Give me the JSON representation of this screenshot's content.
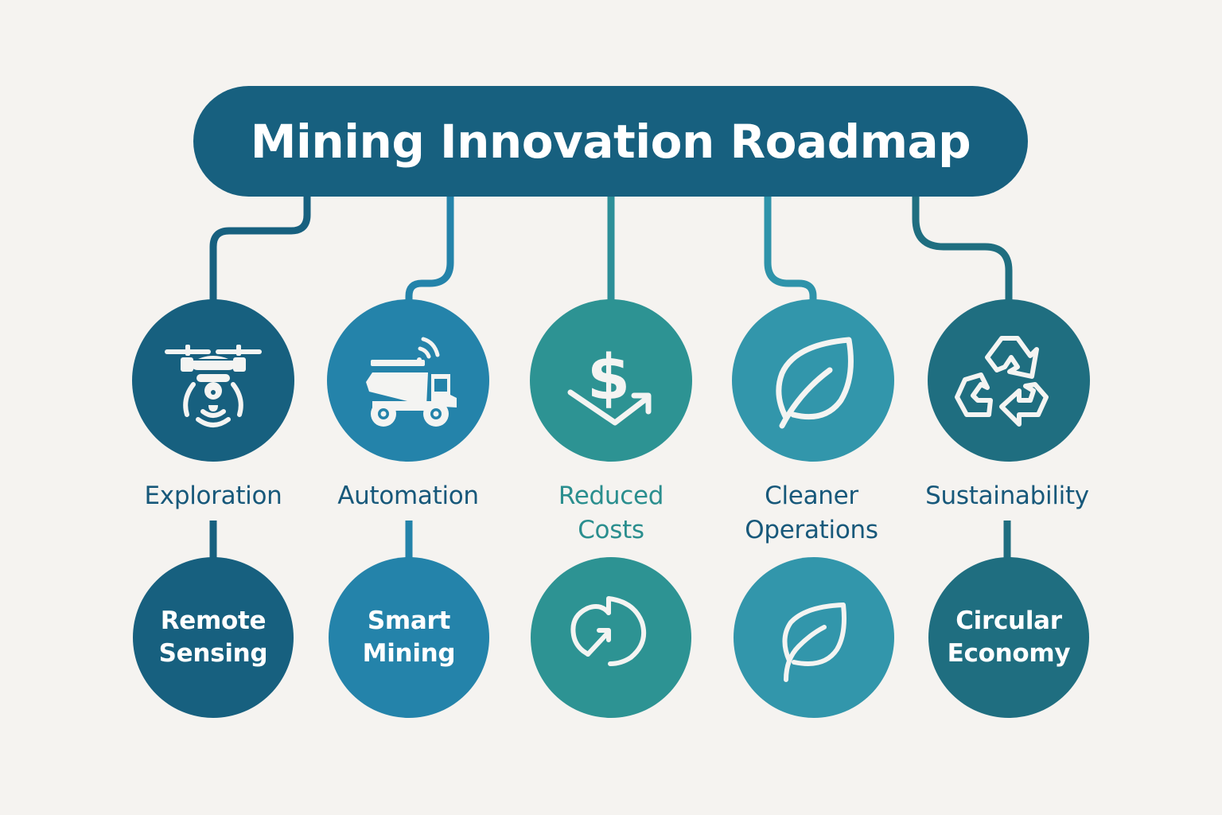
{
  "title": "Mining Innovation Roadmap",
  "colors": {
    "background": "#f5f3f0",
    "title_pill": "#17607f",
    "exploration": "#17607f",
    "automation": "#2483aa",
    "reduced_costs": "#2d9393",
    "cleaner_operations": "#3296ab",
    "sustainability": "#1f6e80"
  },
  "pillars": [
    {
      "id": "exploration",
      "label_lines": [
        "Exploration"
      ],
      "label_color": "#17587a",
      "icon": "drone-icon",
      "sub_node": {
        "lines": [
          "Remote",
          "Sensing"
        ]
      }
    },
    {
      "id": "automation",
      "label_lines": [
        "Automation"
      ],
      "label_color": "#17587a",
      "icon": "autonomous-haul-truck-icon",
      "sub_node": {
        "lines": [
          "Smart",
          "Mining"
        ]
      }
    },
    {
      "id": "reduced-costs",
      "label_lines": [
        "Reduced",
        "Costs"
      ],
      "label_color": "#2a8e8e",
      "icon": "dollar-trend-icon",
      "sub_node": {
        "icon": "refresh-cycle-icon"
      }
    },
    {
      "id": "cleaner-operations",
      "label_lines": [
        "Cleaner",
        "Operations"
      ],
      "label_color": "#17587a",
      "icon": "leaf-icon",
      "sub_node": {
        "icon": "leaf-icon"
      }
    },
    {
      "id": "sustainability",
      "label_lines": [
        "Sustainability"
      ],
      "label_color": "#17587a",
      "icon": "recycle-icon",
      "sub_node": {
        "lines": [
          "Circular",
          "Economy"
        ]
      }
    }
  ]
}
